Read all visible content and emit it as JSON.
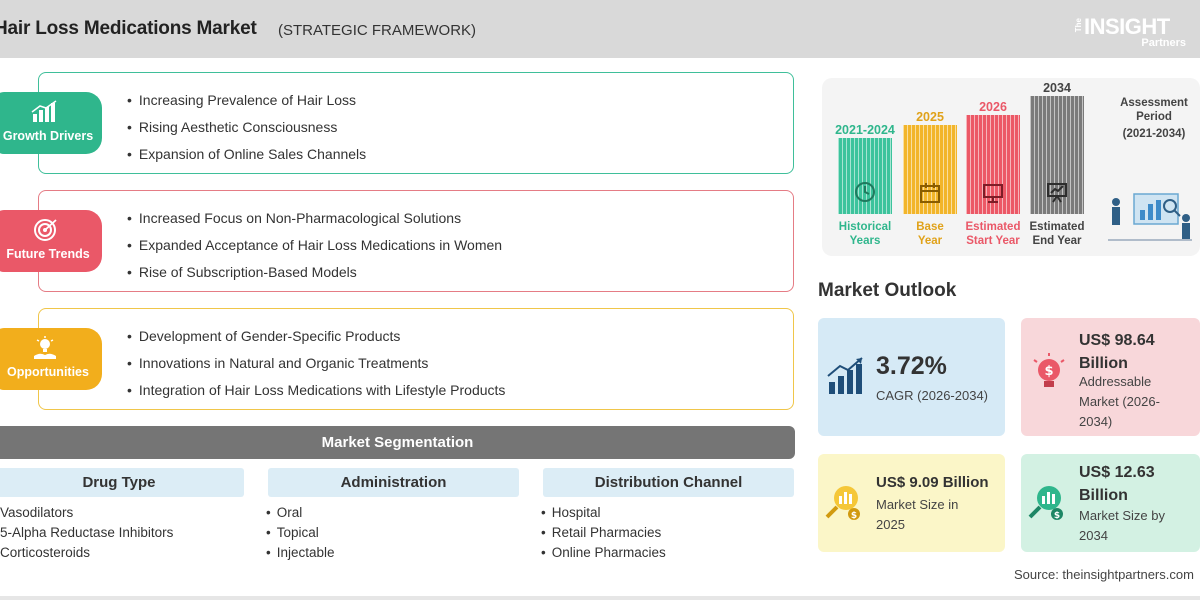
{
  "header": {
    "title": "Hair Loss Medications Market",
    "subtitle": "(STRATEGIC FRAMEWORK)",
    "logo": {
      "the": "The",
      "insight": "INSIGHT",
      "partners": "Partners"
    }
  },
  "framework": {
    "growth_drivers": {
      "label": "Growth Drivers",
      "icon": "bar-growth-icon",
      "items": [
        "Increasing Prevalence of Hair Loss",
        "Rising Aesthetic Consciousness",
        "Expansion of Online Sales Channels"
      ]
    },
    "future_trends": {
      "label": "Future Trends",
      "icon": "target-icon",
      "items": [
        "Increased Focus on Non-Pharmacological Solutions",
        "Expanded Acceptance of Hair Loss Medications in Women",
        "Rise of Subscription-Based Models"
      ]
    },
    "opportunities": {
      "label": "Opportunities",
      "icon": "lightbulb-hand-icon",
      "items": [
        "Development of Gender-Specific Products",
        "Innovations in Natural and Organic Treatments",
        "Integration of Hair Loss Medications with Lifestyle Products"
      ]
    }
  },
  "segmentation": {
    "title": "Market Segmentation",
    "columns": [
      {
        "header": "Drug Type",
        "items": [
          "Vasodilators",
          "5-Alpha Reductase Inhibitors",
          "Corticosteroids"
        ]
      },
      {
        "header": "Administration",
        "items": [
          "Oral",
          "Topical",
          "Injectable"
        ]
      },
      {
        "header": "Distribution Channel",
        "items": [
          "Hospital",
          "Retail Pharmacies",
          "Online Pharmacies"
        ]
      }
    ]
  },
  "timeline": {
    "stages": [
      {
        "year": "2021-2024",
        "label_1": "Historical",
        "label_2": "Years",
        "color": "#3cc39c",
        "icon": "clock-icon"
      },
      {
        "year": "2025",
        "label_1": "Base",
        "label_2": "Year",
        "color": "#f2b52a",
        "icon": "calendar-icon"
      },
      {
        "year": "2026",
        "label_1": "Estimated",
        "label_2": "Start Year",
        "color": "#ec5866",
        "icon": "monitor-icon"
      },
      {
        "year": "2034",
        "label_1": "Estimated",
        "label_2": "End Year",
        "color": "#7a7a7a",
        "icon": "presentation-icon"
      }
    ],
    "assessment_title": "Assessment Period",
    "assessment_period": "(2021-2034)"
  },
  "outlook": {
    "title": "Market Outlook",
    "cagr": {
      "value": "3.72%",
      "label": "CAGR (2026-2034)",
      "icon": "rising-chart-icon"
    },
    "addressable": {
      "value": "US$ 98.64 Billion",
      "label": "Addressable Market (2026-2034)",
      "icon": "dollar-bulb-icon"
    },
    "size_2025": {
      "value": "US$ 9.09 Billion",
      "label": "Market Size in 2025",
      "icon": "magnifier-chart-icon"
    },
    "size_2034": {
      "value": "US$ 12.63 Billion",
      "label": "Market Size by 2034",
      "icon": "magnifier-chart-icon"
    }
  },
  "source": "Source: theinsightpartners.com",
  "colors": {
    "green": "#2fb68c",
    "red": "#ea5868",
    "yellow": "#f2ae1c",
    "gray": "#757575"
  }
}
